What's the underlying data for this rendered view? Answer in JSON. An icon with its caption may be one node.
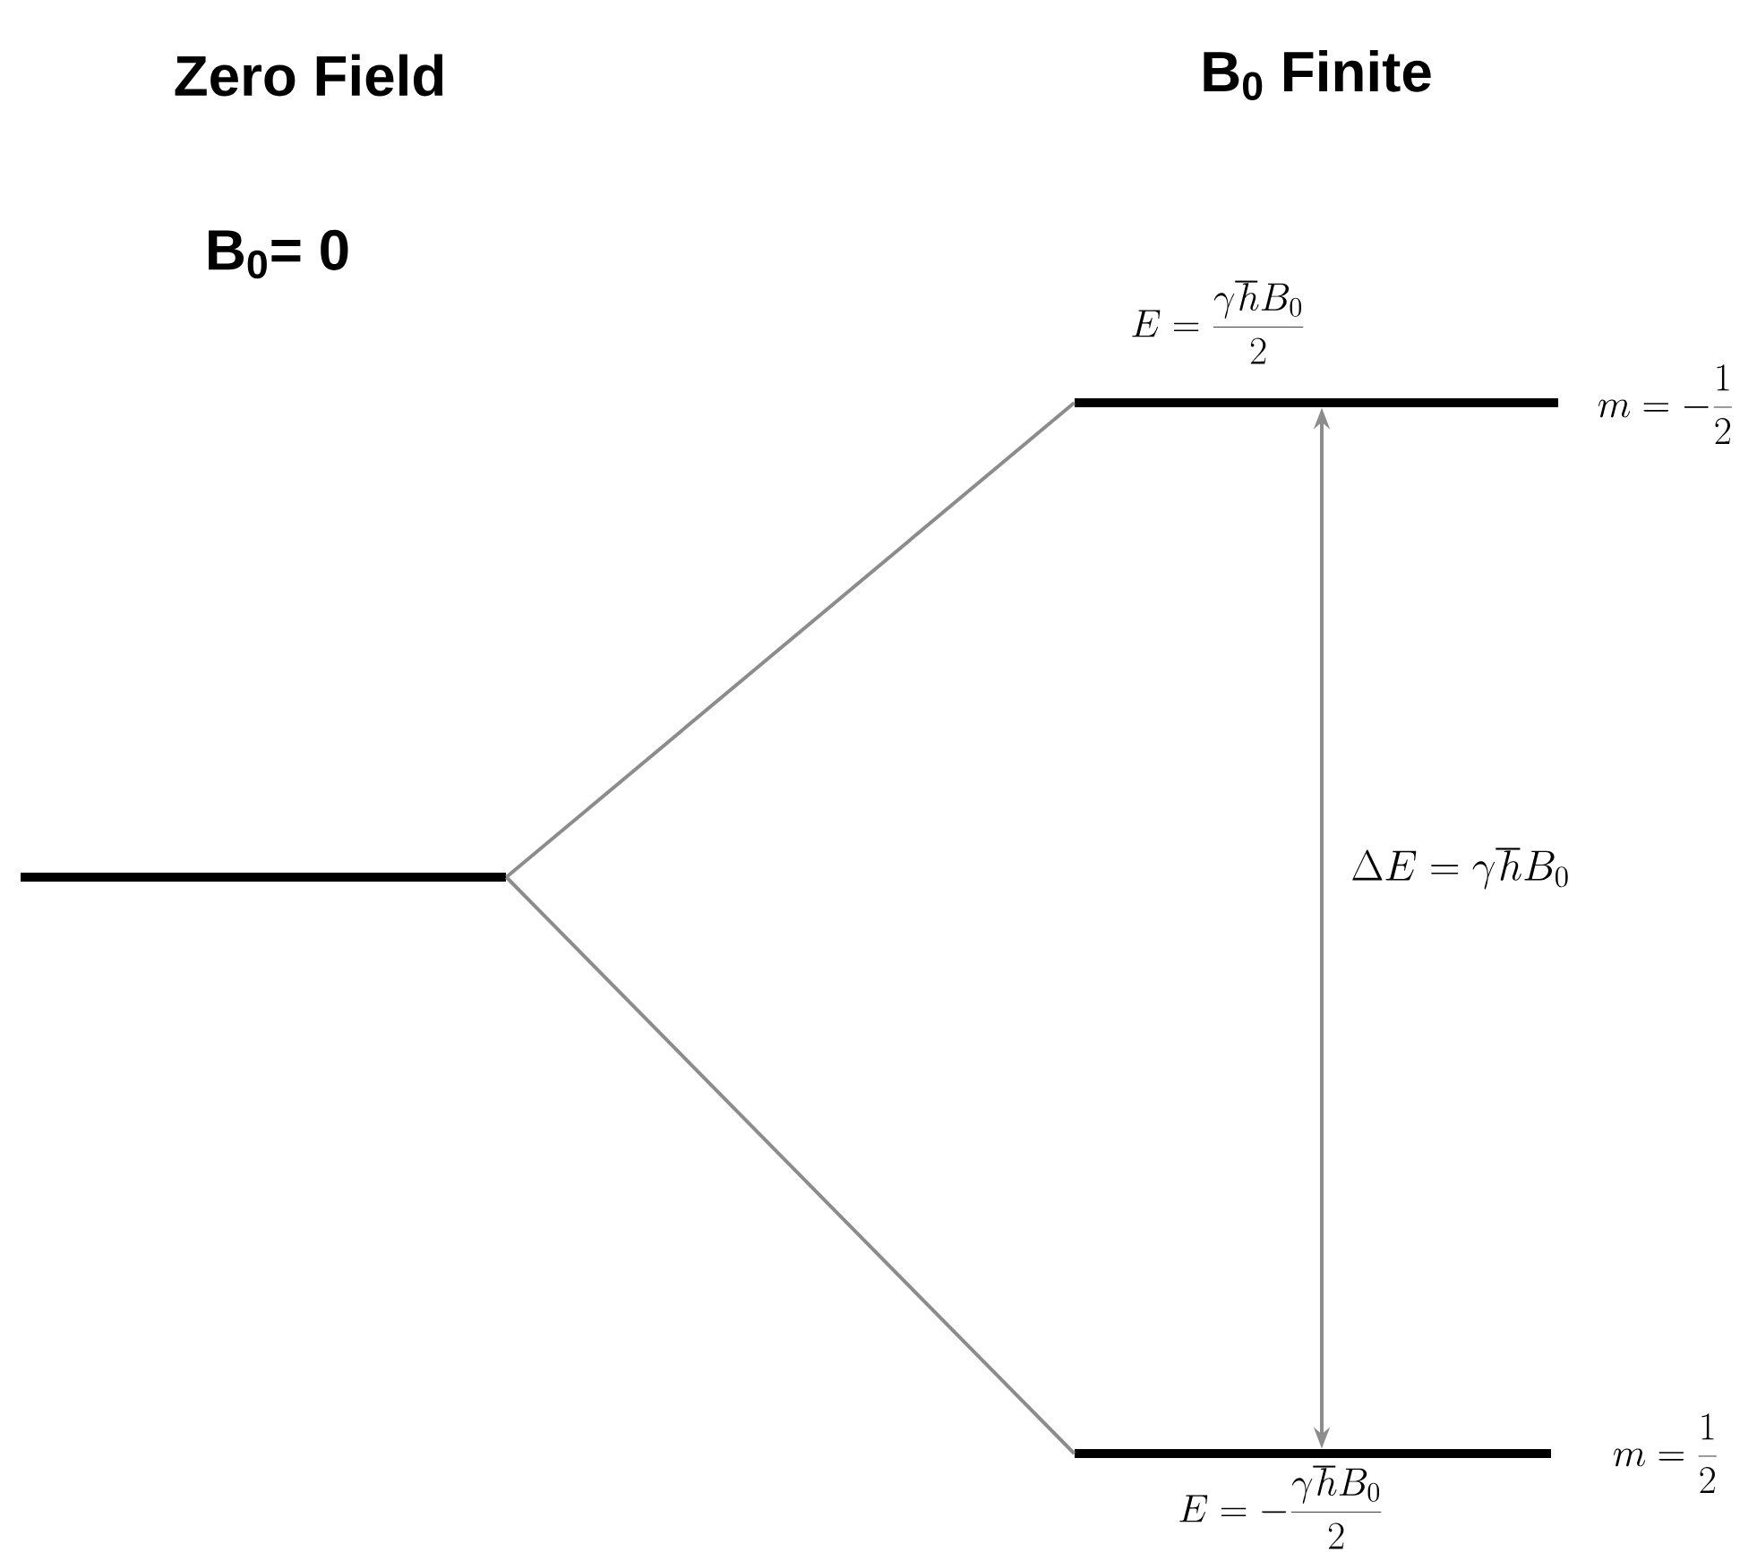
{
  "diagram": {
    "nodes": [
      {
        "text": [],
        "shape": "bar"
      },
      {
        "text": [],
        "shape": "bar",
        "beside": [
          "E = \\frac{\\gamma\\hbar B_0}{2}",
          "m=-\\frac{1}{2}"
        ]
      },
      {
        "text": [],
        "shape": "bar",
        "beside": [
          "E = -\\frac{\\gamma\\hbar B_0}{2}",
          "m=\\frac{1}{2}"
        ]
      }
    ],
    "edges": [
      {
        "from": 0,
        "to": 1,
        "arrow": "none"
      },
      {
        "from": 0,
        "to": 2,
        "arrow": "none"
      },
      {
        "from": 1,
        "to": 2,
        "arrow": "both",
        "label": "\\Delta E = \\gamma\\hbar B_0"
      }
    ],
    "labels": [
      "Zero Field",
      "B$_{0}$ Finite",
      "B$_{0}$= 0"
    ]
  }
}
